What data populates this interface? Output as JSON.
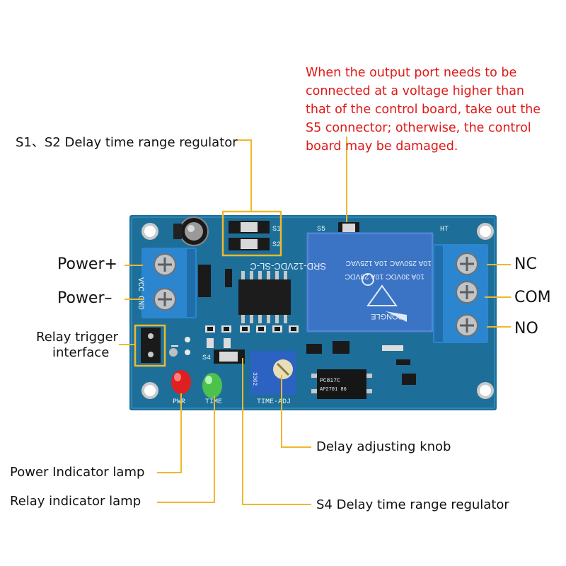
{
  "notice": "When the output port needs to be connected at a voltage higher than that of the control board, take out the S5 connector;  otherwise, the control board may be damaged.",
  "labels": {
    "s1s2": "S1、S2 Delay time range regulator",
    "power_plus": "Power+",
    "power_minus": "Power–",
    "trigger_line1": "Relay trigger",
    "trigger_line2": "interface",
    "nc": "NC",
    "com": "COM",
    "no": "NO",
    "delay_knob": "Delay adjusting knob",
    "power_lamp": "Power Indicator lamp",
    "relay_lamp": "Relay indicator lamp",
    "s4": "S4 Delay time range regulator"
  },
  "board_silkscreen": {
    "vcc": "VCC",
    "gnd": "GND",
    "s1": "S1",
    "s2": "S2",
    "s4": "S4",
    "s5": "S5",
    "ht": "HT",
    "pwr": "PWR",
    "time": "TIME",
    "time_adj": "TIME-ADJ"
  },
  "relay_text": {
    "model": "SRD-12VDC-SL-C",
    "rating1": "10A 250VAC  10A 125VAC",
    "rating2": "10A 30VDC  10A 28VDC",
    "brand": "SONGLE"
  },
  "component_text": {
    "potentiometer": "3362",
    "optocoupler_line1": "PC817C",
    "optocoupler_line2": "AP2701 86"
  },
  "colors": {
    "board": "#1d6f99",
    "callout_line": "#f0b82a",
    "notice_text": "#e01818",
    "relay_body": "#3b74c4",
    "terminal_block": "#2c86cf"
  }
}
